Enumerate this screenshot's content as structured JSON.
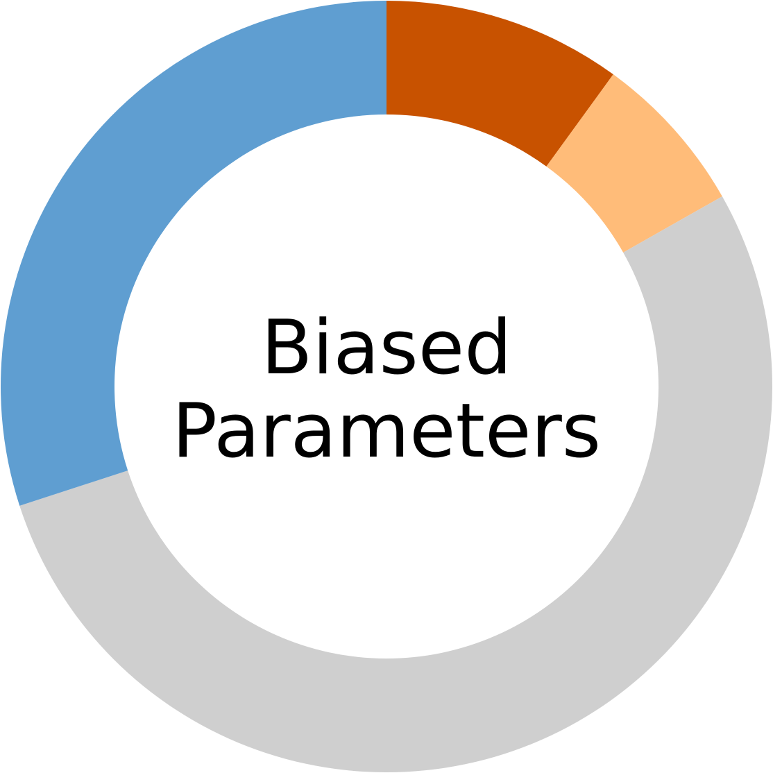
{
  "chart_data": {
    "type": "pie",
    "variant": "donut",
    "center_label": [
      "Biased",
      "Parameters"
    ],
    "slices": [
      {
        "value": 10.0,
        "color": "#c85200"
      },
      {
        "value": 6.8,
        "color": "#ffbc79"
      },
      {
        "value": 53.2,
        "color": "#cfcfcf"
      },
      {
        "value": 30.0,
        "color": "#5f9ed1"
      }
    ],
    "start": "top",
    "direction": "clockwise",
    "legend": "none"
  }
}
